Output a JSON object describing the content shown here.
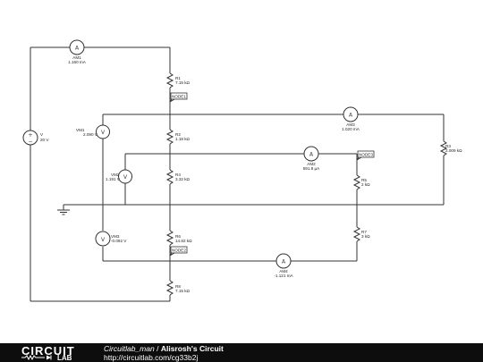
{
  "footer": {
    "logo_top": "CIRCUIT",
    "logo_bottom": "LAB",
    "author": "Circuitlab_man",
    "separator": "/",
    "circuit_name": "Alisrosh's Circuit",
    "url": "http://circuitlab.com/cg33b2j"
  },
  "components": {
    "V": {
      "name": "V",
      "value": "20 V"
    },
    "AM1": {
      "name": "AM1",
      "value": "1.160 mA"
    },
    "AM2": {
      "name": "AM2",
      "value": "591.8 µA"
    },
    "AM3": {
      "name": "AM3",
      "value": "1.020 mA"
    },
    "AM4": {
      "name": "AM4",
      "value": "-1.121 mA"
    },
    "VM1": {
      "name": "VM1",
      "value": "2.090 V"
    },
    "VM2": {
      "name": "VM2",
      "value": "1.191 V"
    },
    "VM3": {
      "name": "VM3",
      "value": "-0.092 V"
    },
    "R1": {
      "name": "R1",
      "value": "7.15 kΩ"
    },
    "R2": {
      "name": "R2",
      "value": "1.18 kΩ"
    },
    "R3": {
      "name": "R3",
      "value": "2.009 kΩ"
    },
    "R4": {
      "name": "R4",
      "value": "3.32 kΩ"
    },
    "R5": {
      "name": "R5",
      "value": "2 kΩ"
    },
    "R6": {
      "name": "R6",
      "value": "14.82 kΩ"
    },
    "R7": {
      "name": "R7",
      "value": "3 kΩ"
    },
    "R8": {
      "name": "R8",
      "value": "7.15 kΩ"
    }
  },
  "nodes": {
    "node1": "NODE1",
    "node2": "NODE2",
    "node3": "NODE3"
  }
}
